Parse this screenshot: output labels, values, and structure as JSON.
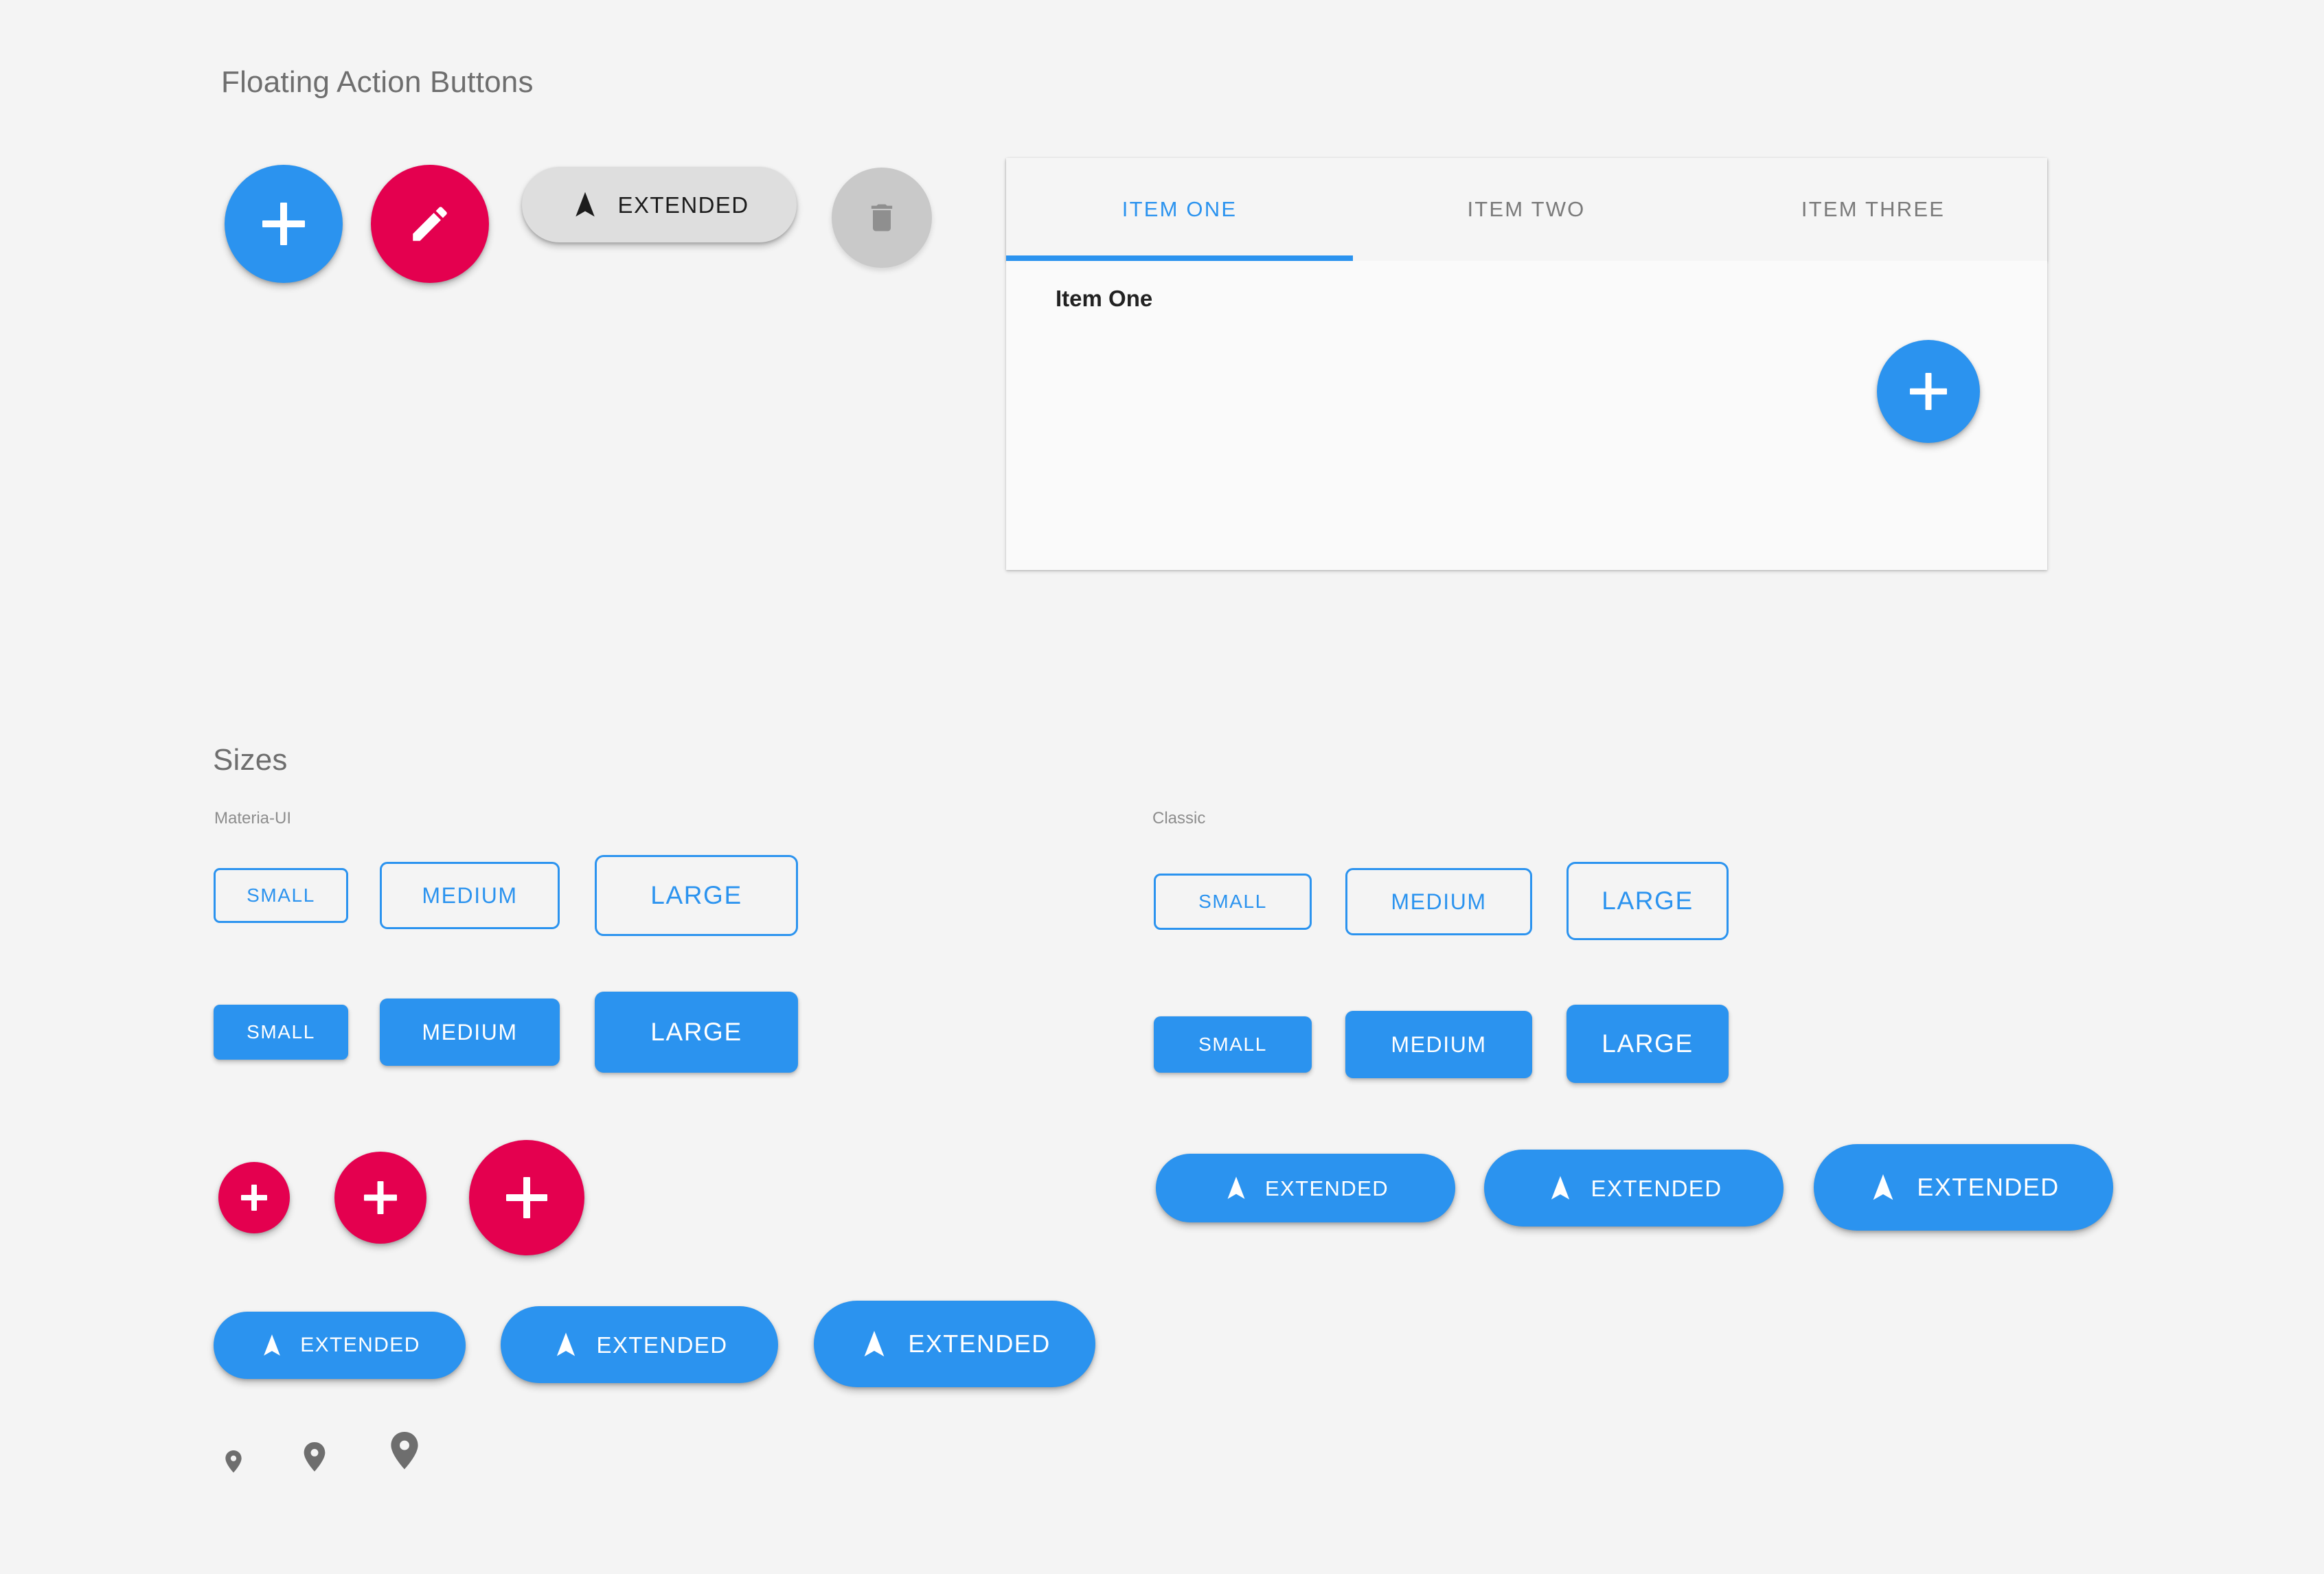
{
  "page": {
    "background": "#f4f4f4",
    "accent_blue": "#2b93ef",
    "accent_pink": "#e4004f",
    "disabled_grey": "#c9c9c9"
  },
  "fab_section": {
    "title": "Floating Action Buttons",
    "buttons": [
      {
        "name": "add-fab",
        "icon": "plus-icon",
        "color": "blue",
        "state": "enabled"
      },
      {
        "name": "edit-fab",
        "icon": "pencil-icon",
        "color": "pink",
        "state": "enabled"
      },
      {
        "name": "extended-fab",
        "icon": "navigation-icon",
        "color": "grey",
        "label": "EXTENDED",
        "state": "enabled"
      },
      {
        "name": "delete-fab",
        "icon": "trash-icon",
        "color": "grey",
        "state": "disabled"
      }
    ]
  },
  "tab_panel": {
    "tabs": [
      {
        "label": "ITEM ONE",
        "active": true
      },
      {
        "label": "ITEM TWO",
        "active": false
      },
      {
        "label": "ITEM THREE",
        "active": false
      }
    ],
    "content_text": "Item One",
    "fab": {
      "name": "panel-add-fab",
      "icon": "plus-icon",
      "color": "blue"
    }
  },
  "sizes_section": {
    "title": "Sizes",
    "columns": [
      {
        "label": "Materia-UI",
        "outlined_buttons": [
          "SMALL",
          "MEDIUM",
          "LARGE"
        ],
        "contained_buttons": [
          "SMALL",
          "MEDIUM",
          "LARGE"
        ],
        "circle_fabs": [
          "plus-icon",
          "plus-icon",
          "plus-icon"
        ],
        "circle_color": "pink",
        "extended_fabs": [
          "EXTENDED",
          "EXTENDED",
          "EXTENDED"
        ],
        "extended_color": "blue",
        "pins": [
          "map-pin-icon",
          "map-pin-icon",
          "map-pin-icon"
        ]
      },
      {
        "label": "Classic",
        "outlined_buttons": [
          "SMALL",
          "MEDIUM",
          "LARGE"
        ],
        "contained_buttons": [
          "SMALL",
          "MEDIUM",
          "LARGE"
        ],
        "extended_fabs": [
          "EXTENDED",
          "EXTENDED",
          "EXTENDED"
        ],
        "extended_color": "blue"
      }
    ]
  }
}
